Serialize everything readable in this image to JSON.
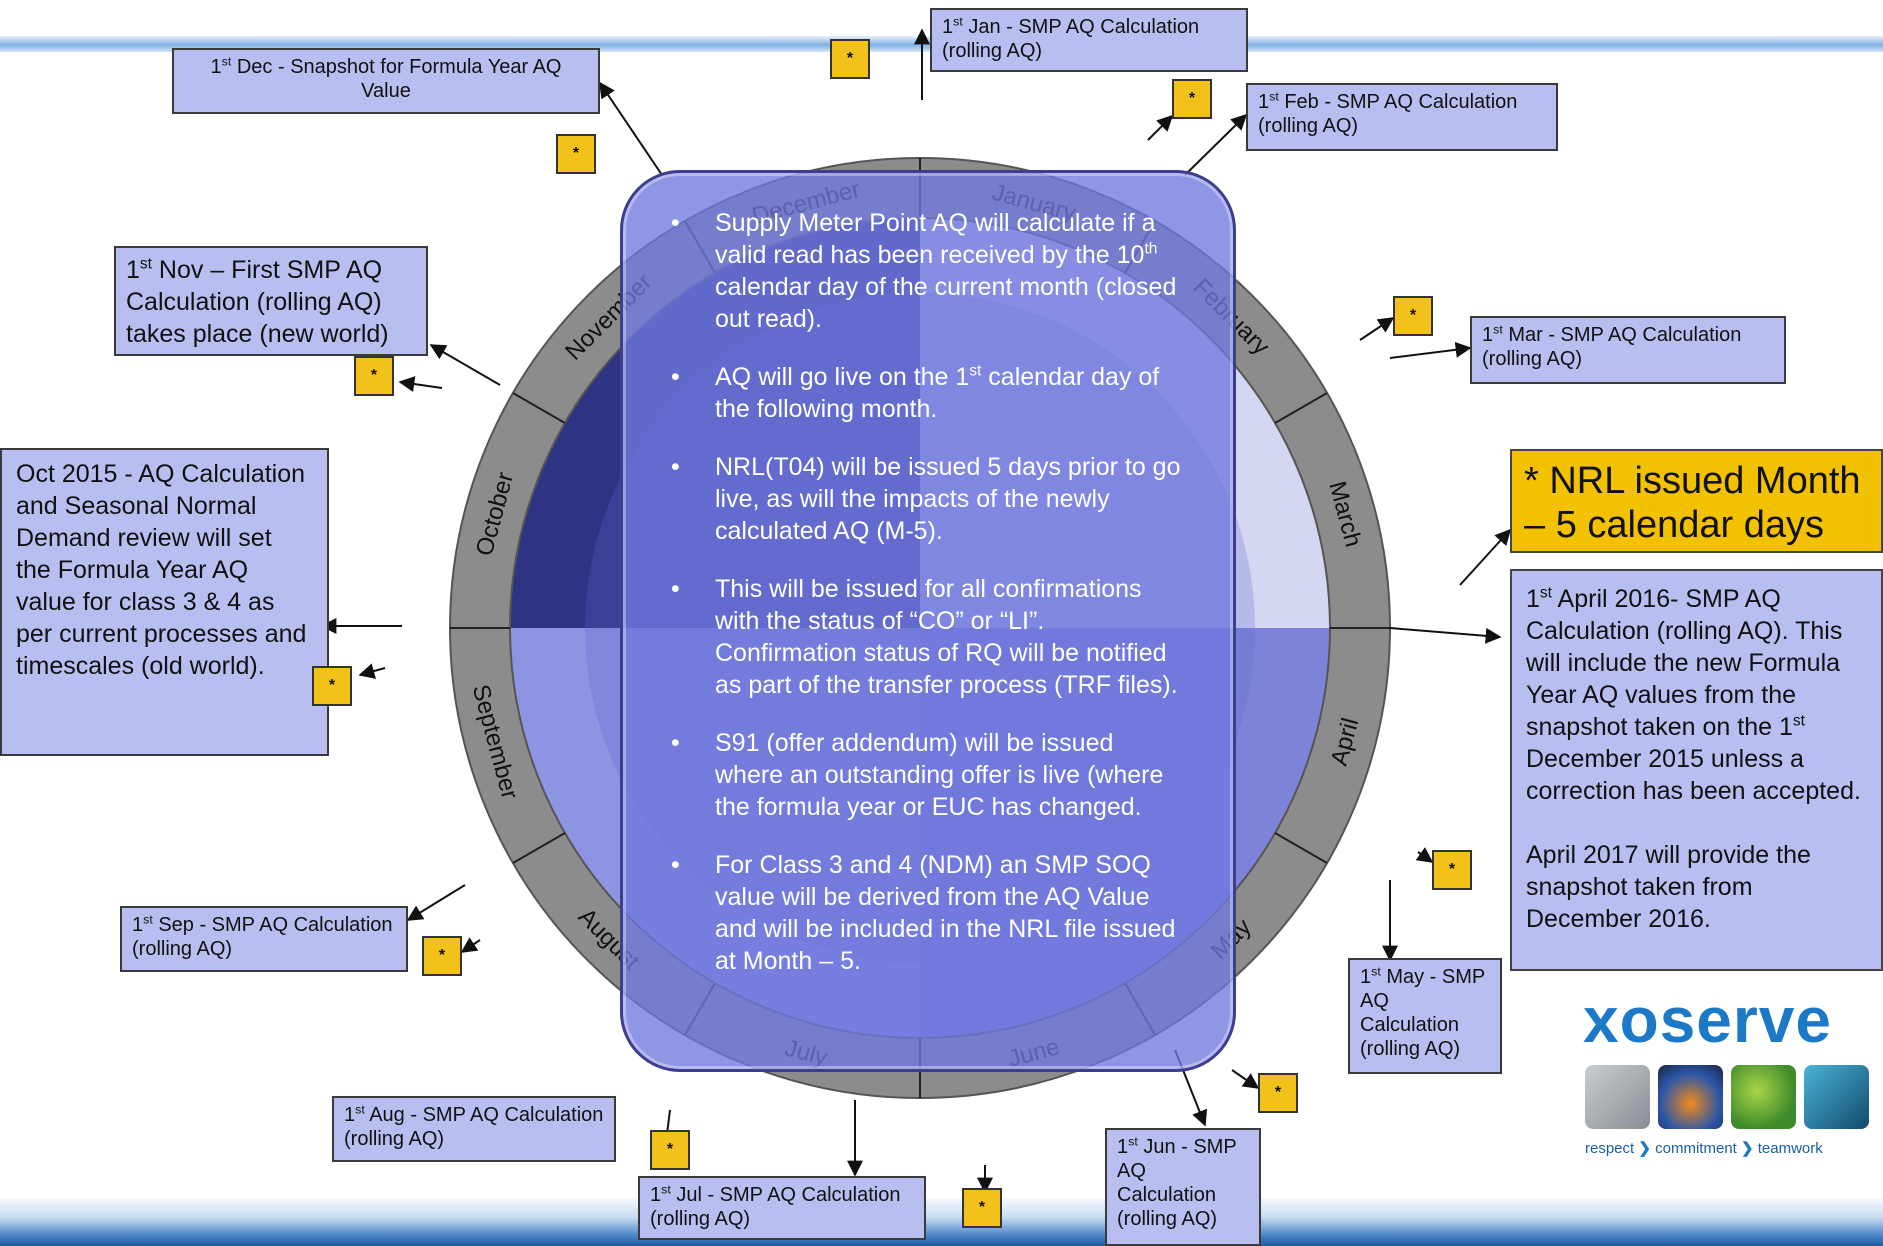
{
  "center_panel": {
    "bullet_glyph": "•",
    "bullets": [
      "Supply Meter Point AQ will calculate if a valid read has been received by the 10th calendar day of the current month (closed out read).",
      "AQ will go live on the 1st calendar day of the following month.",
      "NRL(T04) will be issued 5 days prior to go live, as will the impacts of the newly calculated AQ (M-5).",
      "This will be issued for all confirmations with the status of “CO” or “LI”. Confirmation status of RQ will be notified as part of the transfer process (TRF files).",
      "S91 (offer addendum) will be issued where an outstanding offer is live (where the formula year or EUC has changed.",
      "For Class 3 and 4 (NDM) an SMP SOQ value will be derived from the AQ Value and will be included in the NRL file issued at Month – 5."
    ]
  },
  "months": [
    "January",
    "February",
    "March",
    "April",
    "May",
    "June",
    "July",
    "August",
    "September",
    "October",
    "November",
    "December"
  ],
  "callouts": {
    "jan": "1st Jan - SMP AQ Calculation (rolling AQ)",
    "feb": "1st Feb - SMP AQ Calculation (rolling AQ)",
    "mar": "1st Mar - SMP AQ Calculation (rolling AQ)",
    "may": "1st May - SMP AQ Calculation (rolling AQ)",
    "jun": "1st Jun - SMP AQ Calculation (rolling AQ)",
    "jul": "1st Jul - SMP AQ Calculation (rolling AQ)",
    "aug": "1st Aug - SMP AQ Calculation (rolling AQ)",
    "sep": "1st Sep - SMP AQ Calculation (rolling AQ)",
    "oct": "Oct 2015 - AQ Calculation and Seasonal Normal Demand review will set the Formula Year AQ value for class 3 & 4 as per current processes and timescales (old world).",
    "nov": "1st Nov – First SMP AQ Calculation (rolling AQ) takes place (new world)",
    "dec": "1st Dec - Snapshot for Formula Year AQ Value"
  },
  "star_label": "*",
  "nrl_title": "* NRL issued Month – 5 calendar days",
  "april_note": {
    "para1": "1st April 2016- SMP AQ Calculation (rolling AQ). This will include the new Formula Year AQ values from the snapshot taken on the 1st December 2015 unless a correction has been accepted.",
    "para2": "April 2017 will provide the snapshot taken from December 2016."
  },
  "logo": {
    "wordmark": "xoserve",
    "tagline": [
      "respect",
      "commitment",
      "teamwork"
    ],
    "tagline_separator": "❯"
  },
  "colors": {
    "ring": "#8c8c8c",
    "callout_fill": "#b8bff0",
    "star_fill": "#f2c21a",
    "nrl_fill": "#f2c200",
    "logo_blue": "#1b79c8"
  }
}
